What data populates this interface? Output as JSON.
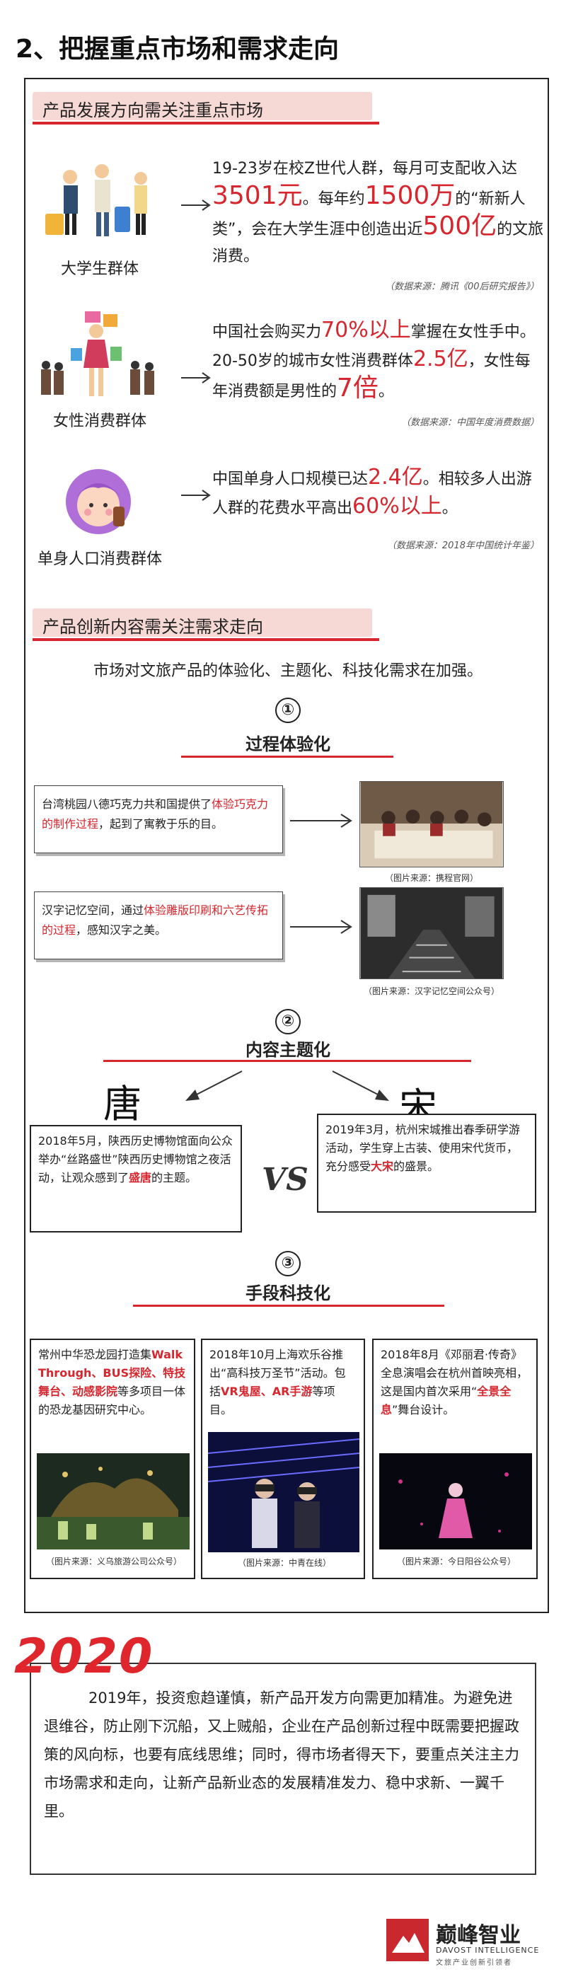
{
  "title": "2、把握重点市场和需求走向",
  "section1": {
    "heading": "产品发展方向需关注重点市场",
    "items": [
      {
        "label": "大学生群体",
        "t1": "19-23岁在校Z世代人群，每月可支配收入达",
        "h1": "3501元",
        "t2": "。每年约",
        "h2": "1500万",
        "t3": "的“新新人类”，会在大学生涯中创造出近",
        "h3": "500亿",
        "t4": "的文旅消费。",
        "source": "（数据来源：腾讯《00后研究报告》）"
      },
      {
        "label": "女性消费群体",
        "t1": "中国社会购买力",
        "h1": "70%以上",
        "t2": "掌握在女性手中。20-50岁的城市女性消费群体",
        "h2": "2.5亿",
        "t3": "，女性每年消费额是男性的",
        "h3": "7倍",
        "t4": "。",
        "source": "（数据来源：中国年度消费数据）"
      },
      {
        "label": "单身人口消费群体",
        "t1": "中国单身人口规模已达",
        "h1": "2.4亿",
        "t2": "。相较多人出游人群的花费水平高出",
        "h2": "60%以上",
        "t3": "。",
        "source": "（数据来源：2018年中国统计年鉴）"
      }
    ]
  },
  "section2": {
    "heading": "产品创新内容需关注需求走向",
    "intro": "市场对文旅产品的体验化、主题化、科技化需求在加强。",
    "sub1": {
      "num": "①",
      "title": "过程体验化",
      "cards": [
        {
          "t1": "台湾桃园八德巧克力共和国提供了",
          "h1": "体验巧克力的制作过程",
          "t2": "，起到了寓教于乐的目。",
          "source": "（图片来源：携程官网）"
        },
        {
          "t1": "汉字记忆空间，通过",
          "h1": "体验雕版印刷和六艺传拓的过程",
          "t2": "，感知汉字之美。",
          "source": "（图片来源：汉字记忆空间公众号）"
        }
      ]
    },
    "sub2": {
      "num": "②",
      "title": "内容主题化",
      "glyph_left": "唐",
      "glyph_right": "宋",
      "vs": "VS",
      "left": {
        "t1": "2018年5月，陕西历史博物馆面向公众举办“丝路盛世”陕西历史博物馆之夜活动，让观众感到了",
        "h1": "盛唐",
        "t2": "的主题。"
      },
      "right": {
        "t1": "2019年3月，杭州宋城推出春季研学游活动，学生穿上古装、使用宋代货币，充分感受",
        "h1": "大宋",
        "t2": "的盛景。"
      }
    },
    "sub3": {
      "num": "③",
      "title": "手段科技化",
      "cards": [
        {
          "t1": "常州中华恐龙园打造集",
          "h1": "Walk Through、BUS探险、特技舞台、动感影院",
          "t2": "等多项目一体的恐龙基因研究中心。",
          "source": "（图片来源：义乌旅游公司公众号）"
        },
        {
          "t1": "2018年10月上海欢乐谷推出“高科技万圣节”活动。包括",
          "h1": "VR鬼屋、AR手游",
          "t2": "等项目。",
          "source": "（图片来源：中青在线）"
        },
        {
          "t1": "2018年8月《邓丽君·传奇》全息演唱会在杭州首映亮相，这是国内首次采用“",
          "h1": "全景全息",
          "t2": "”舞台设计。",
          "source": "（图片来源：今日阳谷公众号）"
        }
      ]
    }
  },
  "summary": {
    "year": "2020",
    "text": "2019年，投资愈趋谨慎，新产品开发方向需更加精准。为避免进退维谷，防止刚下沉船，又上贼船，企业在产品创新过程中既需要把握政策的风向标，也要有底线思维；同时，得市场者得天下，要重点关注主力市场需求和走向，让新产品新业态的发展精准发力、稳中求新、一翼千里。"
  },
  "logo": {
    "name": "巅峰智业",
    "en": "DAVOST INTELLIGENCE",
    "tagline": "文旅产业创新引领者"
  },
  "colors": {
    "accent": "#d7262d",
    "section_bg": "#f6d8d4"
  }
}
